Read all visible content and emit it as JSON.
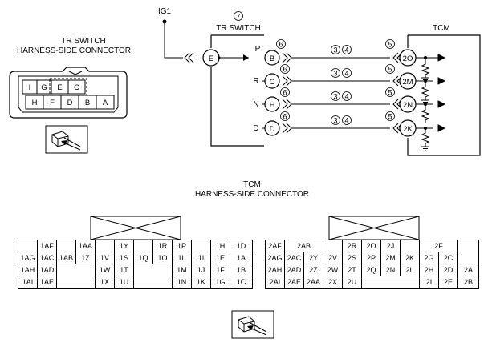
{
  "top": {
    "ig_label": "IG1",
    "tr_number": "7",
    "tr_title": "TR SWITCH",
    "tcm_title": "TCM"
  },
  "tr_connector": {
    "title_line1": "TR SWITCH",
    "title_line2": "HARNESS-SIDE CONNECTOR",
    "row1": [
      "I",
      "G",
      "E",
      "C"
    ],
    "row2": [
      "H",
      "F",
      "D",
      "B",
      "A"
    ]
  },
  "switch": {
    "input_pin": "E",
    "positions": [
      "P",
      "R",
      "N",
      "D"
    ],
    "output_pins": [
      "B",
      "C",
      "H",
      "D"
    ],
    "output_mark": "6",
    "wire_marks": [
      "3",
      "4"
    ]
  },
  "tcm_pins": {
    "mark": "5",
    "pins": [
      "2O",
      "2M",
      "2N",
      "2K"
    ]
  },
  "bottom": {
    "title_line1": "TCM",
    "title_line2": "HARNESS-SIDE CONNECTOR"
  },
  "left_grid": {
    "rows": [
      [
        "",
        "1AF",
        "",
        "1AA",
        "",
        "1Y",
        "",
        "1R",
        "",
        "1P",
        "",
        "",
        "1H",
        "",
        "1D",
        ""
      ],
      [
        "1AG",
        "1AC",
        "1AB",
        "1Z",
        "1V",
        "1S",
        "1Q",
        "1O",
        "1L",
        "1I",
        "1E",
        "1A"
      ],
      [
        "1AH",
        "1AD",
        "",
        "",
        "1W",
        "1T",
        "",
        "",
        "1M",
        "1J",
        "1F",
        "1B"
      ],
      [
        "1AI",
        "1AE",
        "",
        "",
        "1X",
        "1U",
        "",
        "",
        "1N",
        "1K",
        "1G",
        "1C"
      ]
    ]
  },
  "right_grid": {
    "rows": [
      [
        "2AF",
        "2AB",
        "",
        "2R",
        "2O",
        "2J",
        "2F"
      ],
      [
        "2AG",
        "2AC",
        "2Y",
        "2V",
        "2S",
        "2P",
        "2M",
        "2K",
        "2G",
        "2C"
      ],
      [
        "2AH",
        "2AD",
        "2Z",
        "2W",
        "2T",
        "2Q",
        "2N",
        "2L",
        "2H",
        "2D",
        "2A"
      ],
      [
        "2AI",
        "2AE",
        "2AA",
        "2X",
        "2U",
        "",
        "",
        "",
        "2I",
        "2E",
        "2B"
      ]
    ]
  }
}
